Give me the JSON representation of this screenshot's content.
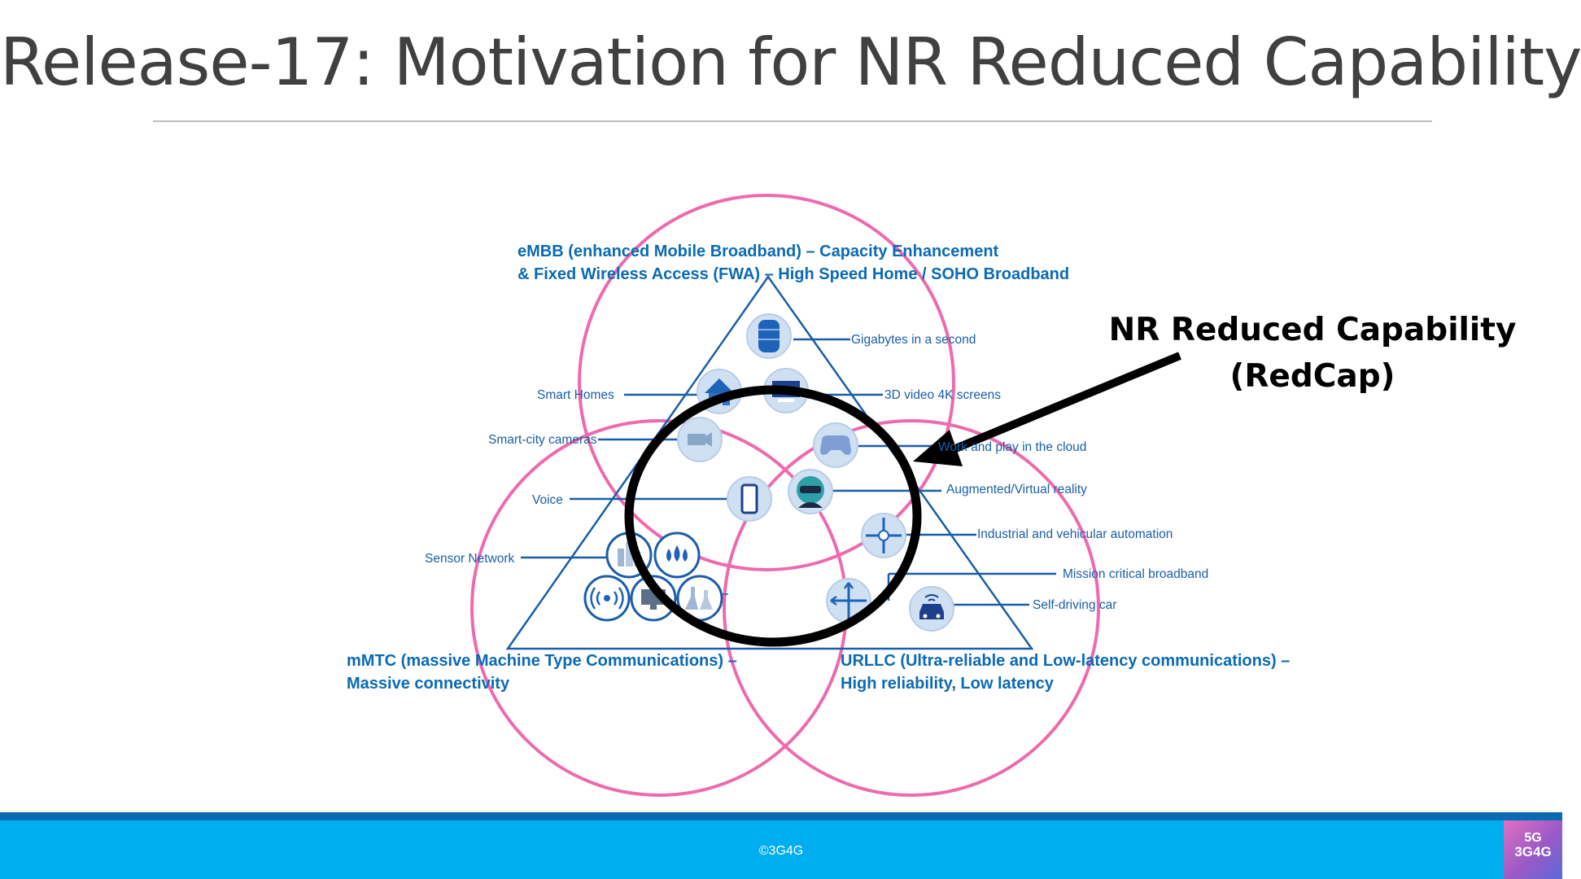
{
  "slide": {
    "title": "Release-17: Motivation for NR Reduced Capability"
  },
  "diagram": {
    "embb_heading": [
      "eMBB (enhanced Mobile Broadband) – Capacity Enhancement",
      "& Fixed Wireless Access (FWA) – High Speed Home / SOHO Broadband"
    ],
    "mmtc_heading": [
      "mMTC (massive Machine Type Communications) –",
      "Massive connectivity"
    ],
    "urllc_heading": [
      "URLLC (Ultra-reliable and Low-latency communications) –",
      "High reliability, Low latency"
    ],
    "left_labels": {
      "smart_homes": "Smart Homes",
      "smart_city_cameras": "Smart-city cameras",
      "voice": "Voice",
      "sensor_network": "Sensor Network"
    },
    "right_labels": {
      "gigabytes": "Gigabytes in a second",
      "video_3d": "3D video 4K screens",
      "work_play": "Work and play in the cloud",
      "ar_vr": "Augmented/Virtual reality",
      "industrial": "Industrial and vehicular automation",
      "mission_critical": "Mission critical broadband",
      "self_driving": "Self-driving car"
    },
    "callout": {
      "line1": "NR Reduced Capability",
      "line2": "(RedCap)"
    },
    "colors": {
      "venn_circles": "#ee6aae",
      "triangle": "#1a5ea8",
      "label_text": "#1a5ea8",
      "heading_text": "#0a6ab4",
      "redcap_ring": "#000000"
    }
  },
  "footer": {
    "copyright": "©3G4G",
    "logo_top": "5G",
    "logo_bottom": "3G4G"
  }
}
